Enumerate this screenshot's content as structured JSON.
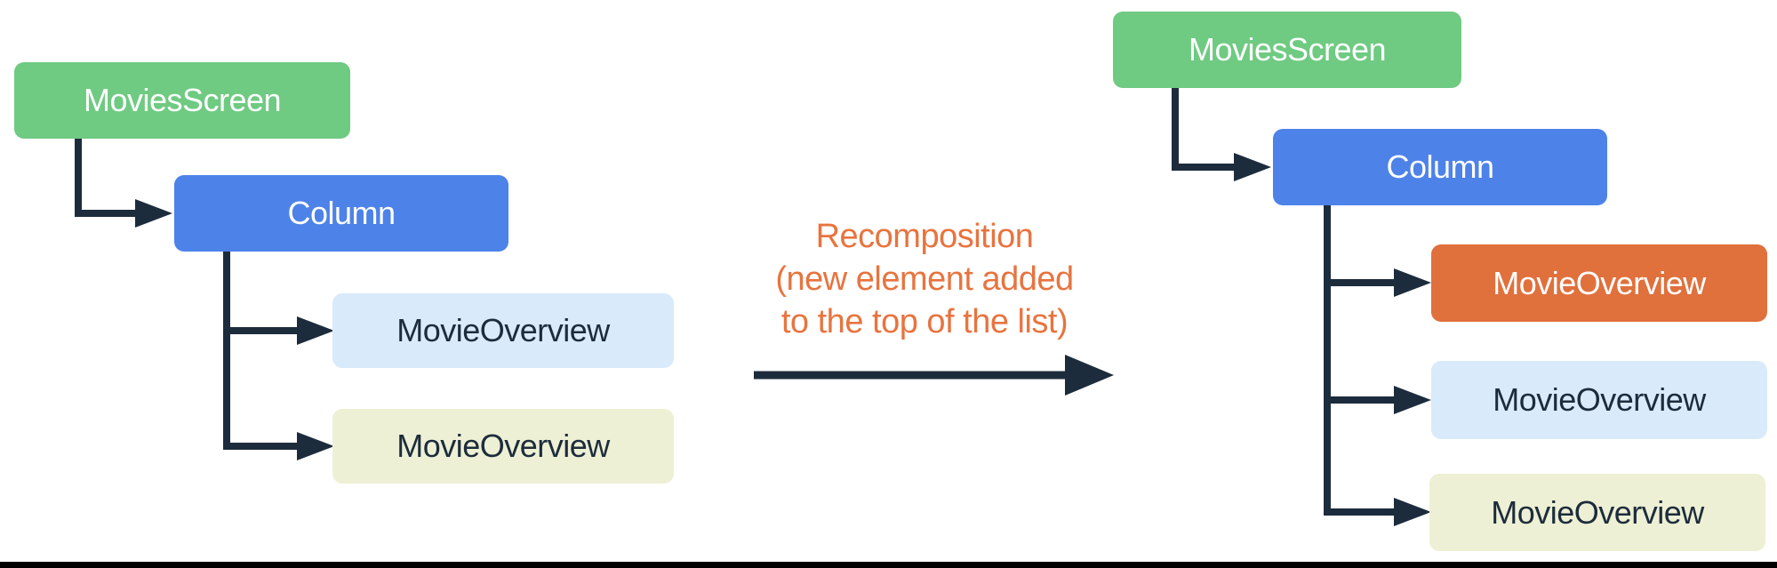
{
  "diagram": {
    "title_hint": "Recomposition tree diagram",
    "left_tree": {
      "nodes": [
        {
          "label": "MoviesScreen",
          "variant": "green"
        },
        {
          "label": "Column",
          "variant": "blue"
        },
        {
          "label": "MovieOverview",
          "variant": "light-blue"
        },
        {
          "label": "MovieOverview",
          "variant": "light-yellow"
        }
      ]
    },
    "right_tree": {
      "nodes": [
        {
          "label": "MoviesScreen",
          "variant": "green"
        },
        {
          "label": "Column",
          "variant": "blue"
        },
        {
          "label": "MovieOverview",
          "variant": "orange"
        },
        {
          "label": "MovieOverview",
          "variant": "light-blue"
        },
        {
          "label": "MovieOverview",
          "variant": "light-yellow"
        }
      ]
    },
    "annotation": {
      "lines": [
        "Recomposition",
        "(new element added",
        "to the top of the list)"
      ]
    },
    "colors": {
      "green_box": "#6fca82",
      "blue_box": "#4d82e8",
      "orange_box": "#e0703c",
      "light_blue_box": "#d9eafa",
      "light_yellow_box": "#edf0d4",
      "connector_navy": "#1d2c3c",
      "annotation_orange": "#e8743f",
      "white_text": "#ffffff",
      "dark_text": "#1d2c3c",
      "bottom_bar_black": "#000000",
      "background": "#ffffff"
    }
  }
}
